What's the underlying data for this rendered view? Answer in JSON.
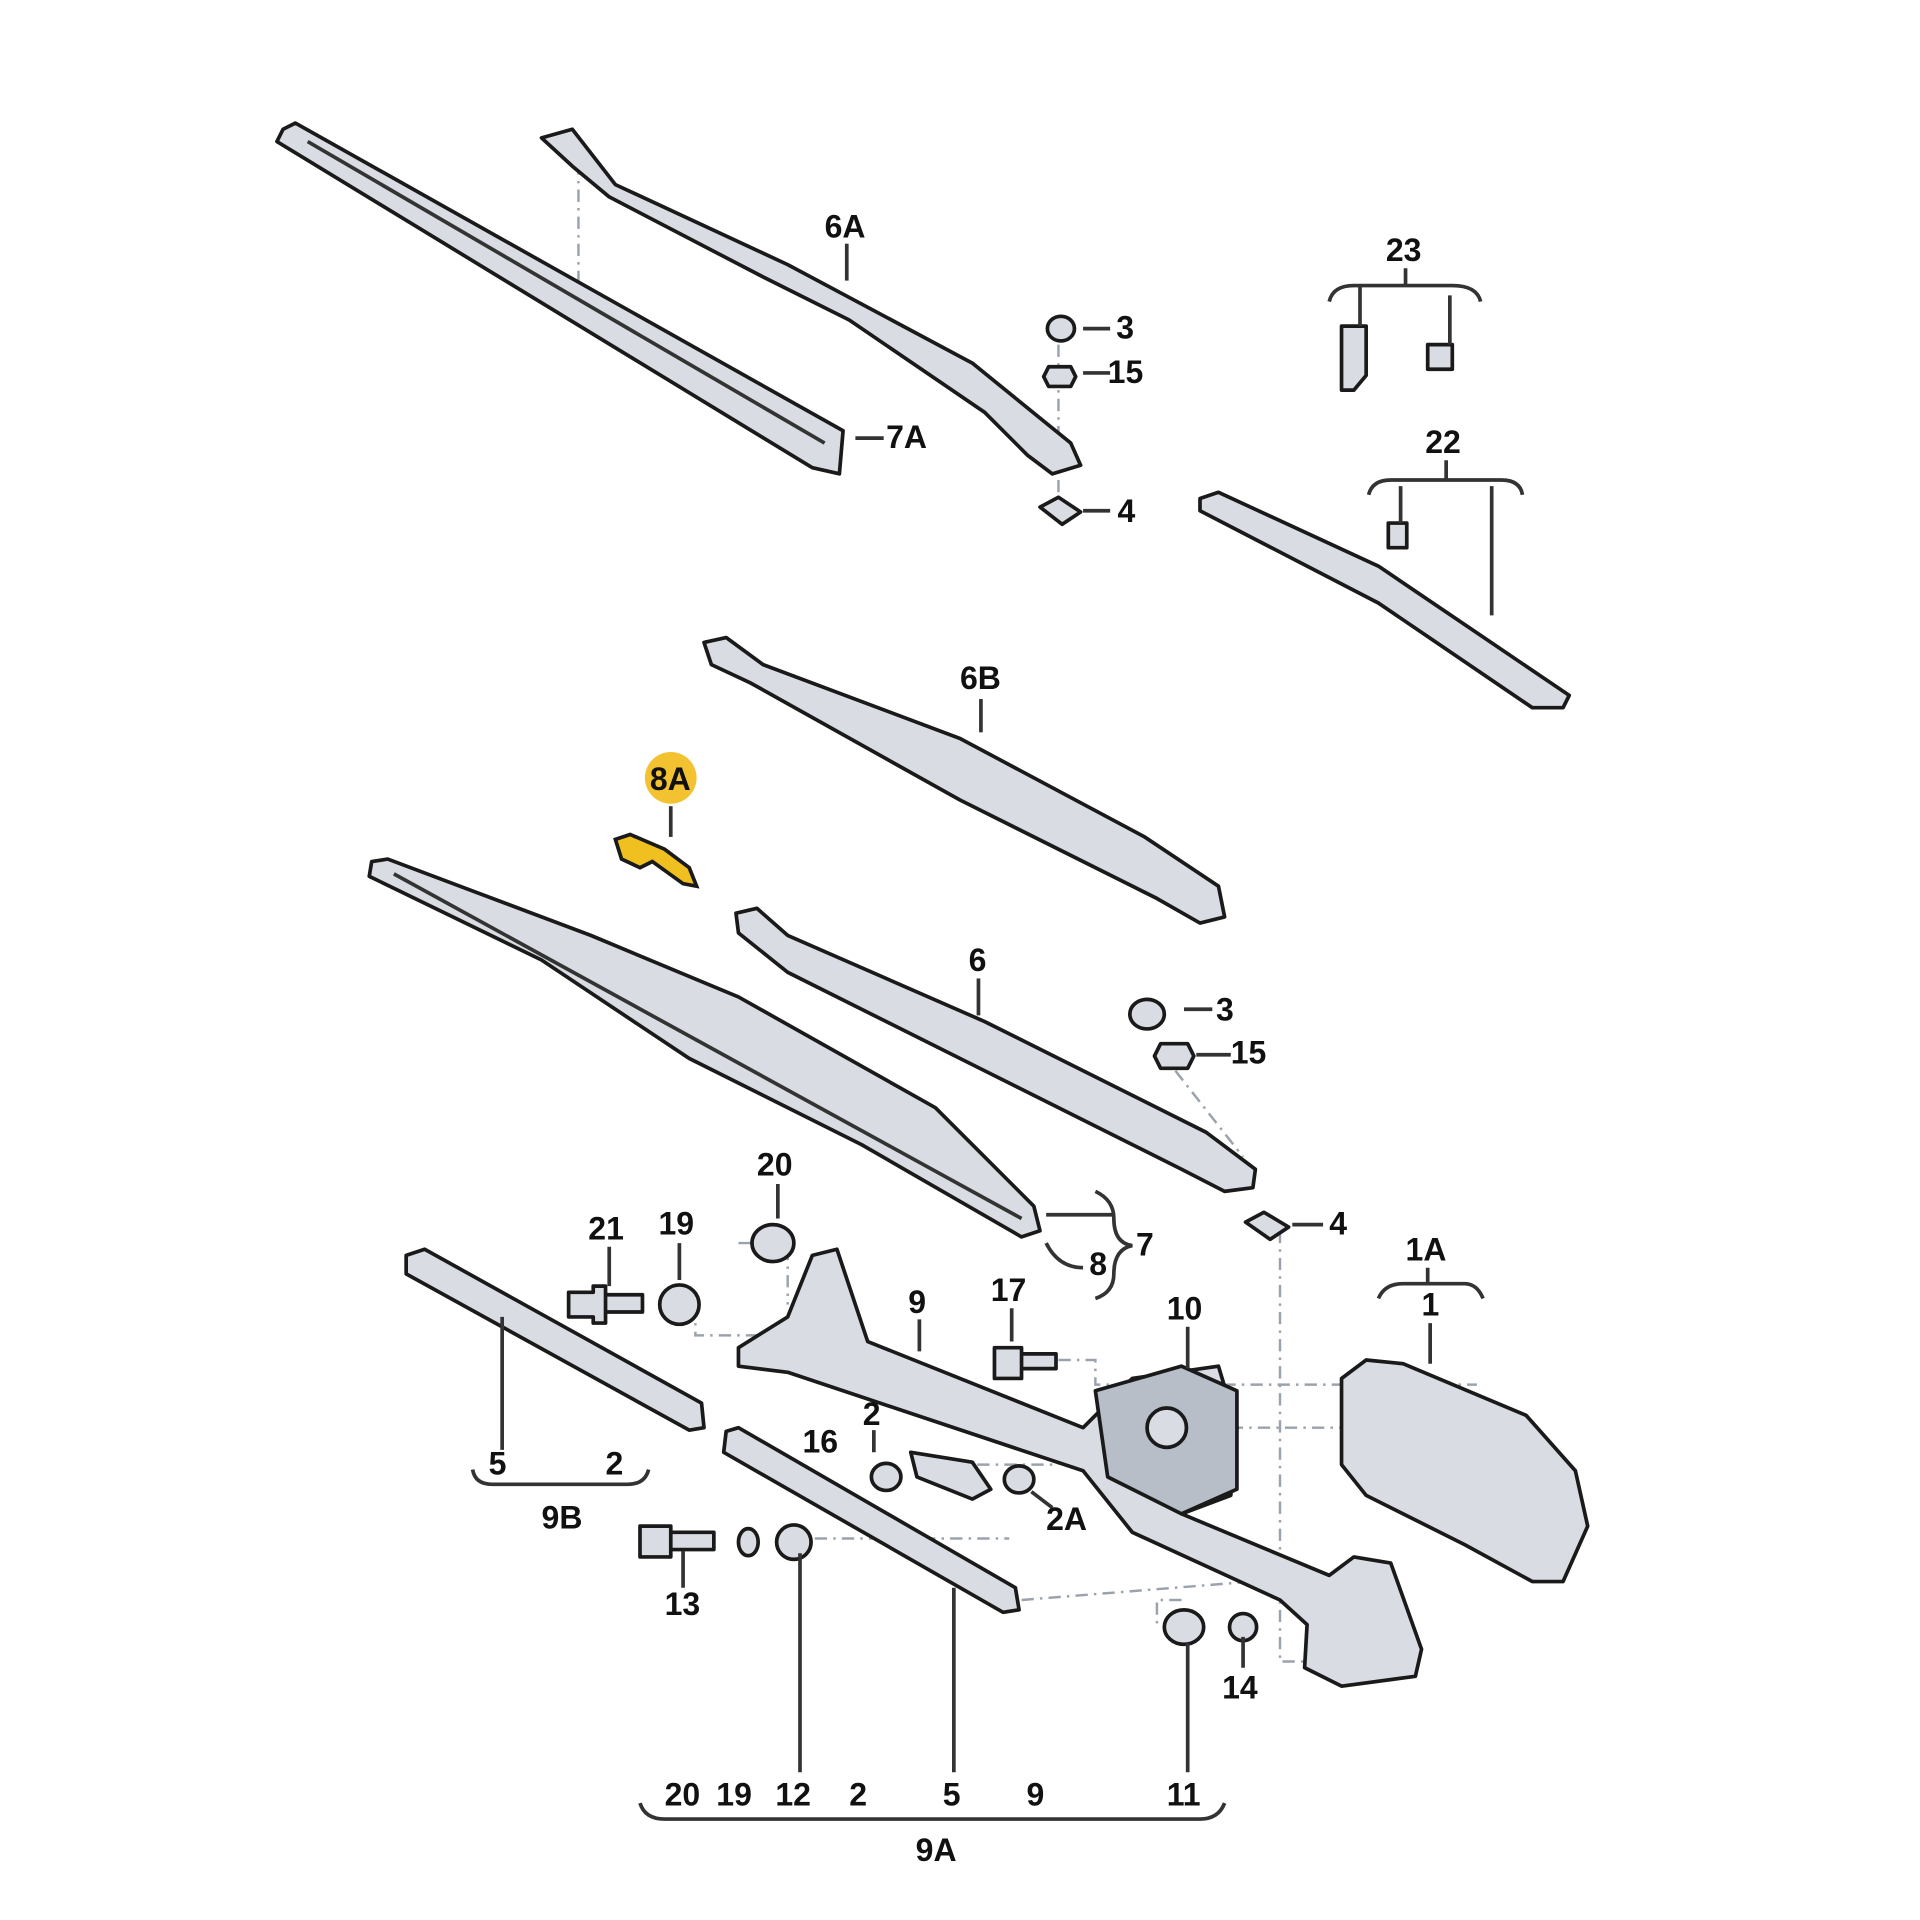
{
  "diagram": {
    "highlight_color": "#f3c230",
    "labels": {
      "l6A": "6A",
      "l3a": "3",
      "l15a": "15",
      "l7A": "7A",
      "l4a": "4",
      "l23": "23",
      "l22": "22",
      "l6B": "6B",
      "l8A": "8A",
      "l6": "6",
      "l3b": "3",
      "l15b": "15",
      "l4b": "4",
      "l20": "20",
      "l21": "21",
      "l19": "19",
      "l9": "9",
      "l17": "17",
      "l10": "10",
      "l1A": "1A",
      "l1": "1",
      "l7": "7",
      "l8": "8",
      "l2a": "2",
      "l16": "16",
      "l2A": "2A",
      "l5a": "5",
      "l2b": "2",
      "l9B": "9B",
      "l13": "13",
      "l14": "14",
      "l11": "11",
      "b20": "20",
      "b19": "19",
      "b12": "12",
      "b2": "2",
      "b5": "5",
      "b9": "9",
      "b11": "11",
      "l9A": "9A"
    }
  }
}
